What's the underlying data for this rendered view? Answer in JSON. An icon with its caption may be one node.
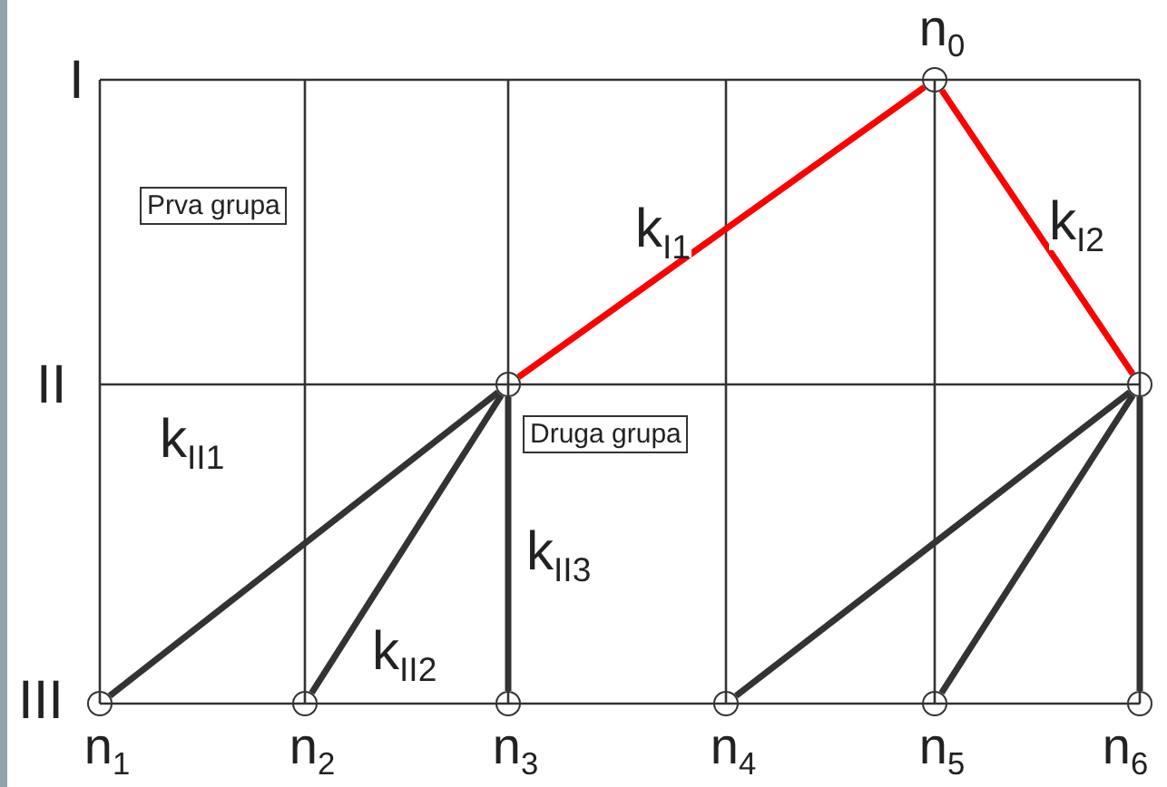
{
  "diagram": {
    "nodes": [
      {
        "text": [],
        "shape": "circle",
        "beside": [
          "n$_{0}$"
        ]
      },
      {
        "text": [
          "Prva grupa"
        ]
      },
      {
        "text": [],
        "shape": "circle"
      },
      {
        "text": [],
        "shape": "circle"
      },
      {
        "text": [
          "Druga grupa"
        ]
      },
      {
        "text": [],
        "shape": "circle",
        "beside": [
          "n$_{1}$"
        ]
      },
      {
        "text": [],
        "shape": "circle",
        "beside": [
          "n$_{2}$"
        ]
      },
      {
        "text": [],
        "shape": "circle",
        "beside": [
          "n$_{3}$"
        ]
      },
      {
        "text": [],
        "shape": "circle",
        "beside": [
          "n$_{4}$"
        ]
      },
      {
        "text": [],
        "shape": "circle",
        "beside": [
          "n$_{5}$"
        ]
      },
      {
        "text": [],
        "shape": "circle",
        "beside": [
          "n$_{6}$"
        ]
      }
    ],
    "edges": [
      {
        "from": 2,
        "to": 0,
        "arrow": "none",
        "label": "k$_{I1}$",
        "color": "#ff0000"
      },
      {
        "from": 0,
        "to": 3,
        "arrow": "none",
        "label": "k$_{I2}$",
        "color": "#ff0000"
      },
      {
        "from": 5,
        "to": 2,
        "arrow": "none",
        "label": "k$_{II1}$"
      },
      {
        "from": 6,
        "to": 2,
        "arrow": "none",
        "label": "k$_{II2}$"
      },
      {
        "from": 7,
        "to": 2,
        "arrow": "none",
        "label": "k$_{II3}$"
      },
      {
        "from": 8,
        "to": 3,
        "arrow": "none"
      },
      {
        "from": 9,
        "to": 3,
        "arrow": "none"
      },
      {
        "from": 10,
        "to": 3,
        "arrow": "none"
      }
    ],
    "labels": [
      "I",
      "II",
      "III"
    ]
  }
}
